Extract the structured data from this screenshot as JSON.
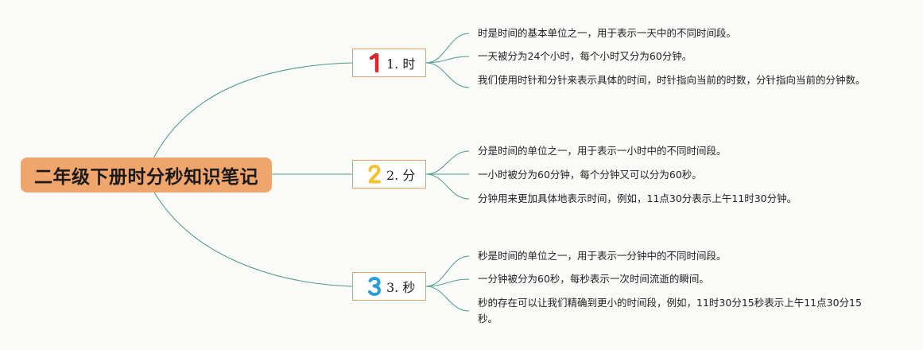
{
  "root": {
    "title": "二年级下册时分秒知识笔记"
  },
  "colors": {
    "root_fill": "#f0a56c",
    "branch_border": "#e8a06a",
    "connector": "#4a9a86",
    "badge_1": "#d9262c",
    "badge_2": "#f2c230",
    "badge_3": "#2b9fd9"
  },
  "branches": [
    {
      "badge": "1",
      "label": "1. 时",
      "notes": [
        "时是时间的基本单位之一，用于表示一天中的不同时间段。",
        "一天被分为24个小时，每个小时又分为60分钟。",
        "我们使用时针和分针来表示具体的时间，时针指向当前的时数，分针指向当前的分钟数。"
      ]
    },
    {
      "badge": "2",
      "label": "2. 分",
      "notes": [
        "分是时间的单位之一，用于表示一小时中的不同时间段。",
        "一小时被分为60分钟，每个分钟又可以分为60秒。",
        "分钟用来更加具体地表示时间，例如，11点30分表示上午11时30分钟。"
      ]
    },
    {
      "badge": "3",
      "label": "3. 秒",
      "notes": [
        "秒是时间的单位之一，用于表示一分钟中的不同时间段。",
        "一分钟被分为60秒，每秒表示一次时间流逝的瞬间。",
        "秒的存在可以让我们精确到更小的时间段，例如，11时30分15秒表示上午11点30分15秒。"
      ]
    }
  ]
}
